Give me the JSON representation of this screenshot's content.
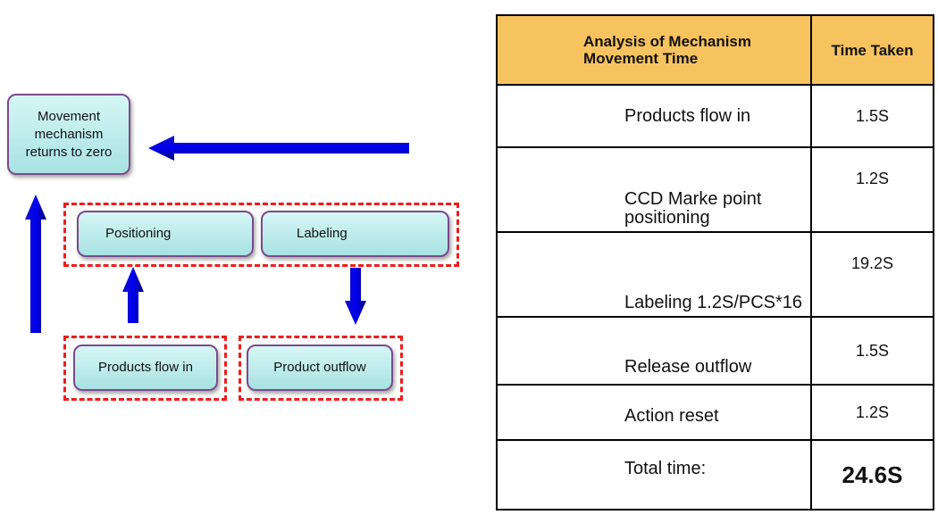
{
  "diagram": {
    "nodes": {
      "returns_zero": "Movement mechanism returns to zero",
      "positioning": "Positioning",
      "labeling": "Labeling",
      "flow_in": "Products flow in",
      "outflow": "Product outflow"
    }
  },
  "table": {
    "header_analysis": "Analysis of Mechanism Movement Time",
    "header_time": "Time Taken",
    "rows": [
      {
        "label": "Products flow in",
        "value": "1.5S"
      },
      {
        "label": "CCD Marke point positioning",
        "value": "1.2S"
      },
      {
        "label": "Labeling 1.2S/PCS*16",
        "value": "19.2S"
      },
      {
        "label": "Release outflow",
        "value": "1.5S"
      },
      {
        "label": "Action reset",
        "value": "1.2S"
      },
      {
        "label": "Total time:",
        "value": "24.6S"
      }
    ]
  }
}
